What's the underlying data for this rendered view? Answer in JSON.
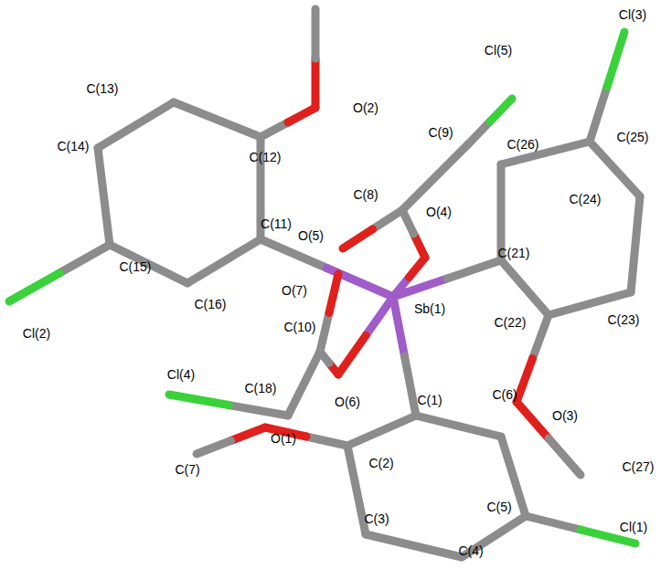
{
  "diagram": {
    "labels": [
      "Cl(3)",
      "Cl(5)",
      "O(2)",
      "C(13)",
      "C(9)",
      "C(26)",
      "C(25)",
      "C(14)",
      "C(12)",
      "C(8)",
      "O(4)",
      "C(24)",
      "C(11)",
      "O(5)",
      "C(21)",
      "C(15)",
      "O(7)",
      "Sb(1)",
      "C(16)",
      "C(22)",
      "C(23)",
      "Cl(2)",
      "C(10)",
      "Cl(4)",
      "C(18)",
      "O(6)",
      "C(1)",
      "C(6)",
      "O(3)",
      "O(1)",
      "C(2)",
      "C(27)",
      "C(7)",
      "C(3)",
      "C(5)",
      "Cl(1)",
      "C(4)"
    ]
  }
}
